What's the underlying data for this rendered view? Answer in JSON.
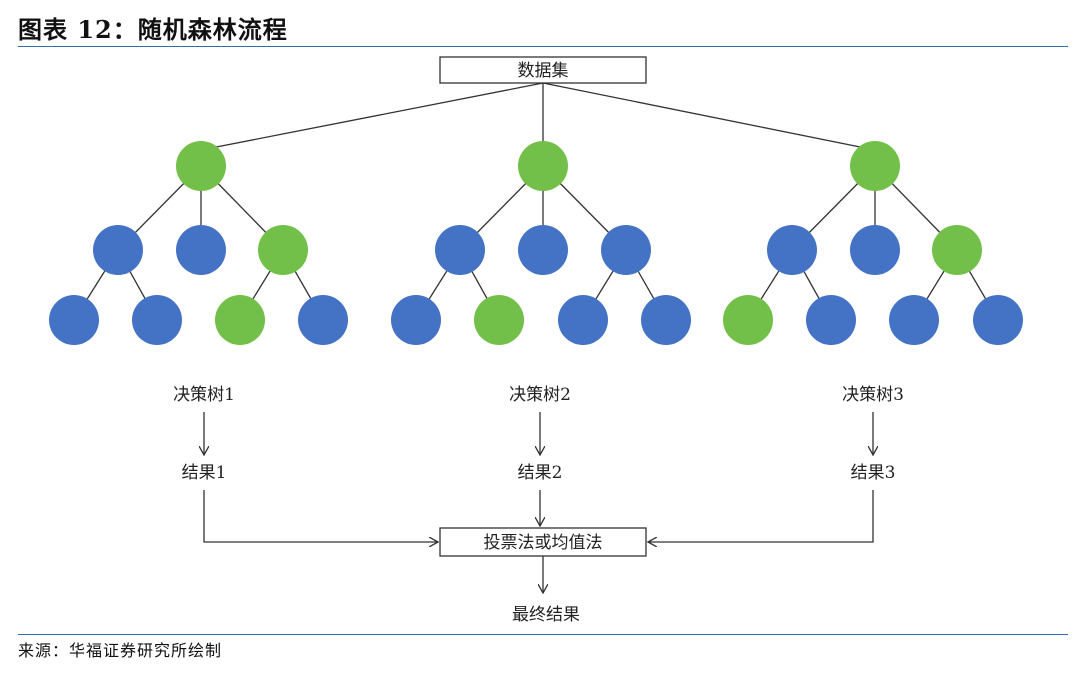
{
  "title": "图表 12：随机森林流程",
  "source": "来源：华福证券研究所绘制",
  "diagram": {
    "dataset_label": "数据集",
    "trees": [
      {
        "tree_label": "决策树1",
        "result_label": "结果1"
      },
      {
        "tree_label": "决策树2",
        "result_label": "结果2"
      },
      {
        "tree_label": "决策树3",
        "result_label": "结果3"
      }
    ],
    "aggregate_label": "投票法或均值法",
    "final_label": "最终结果",
    "colors": {
      "selected_node": "#72c04a",
      "node": "#4472c4",
      "line": "#333333",
      "rule": "#2e6db4"
    },
    "tree_node_colors": [
      {
        "root": "selected",
        "level1": [
          "node",
          "node",
          "selected"
        ],
        "level2": [
          "node",
          "node",
          "selected",
          "node"
        ]
      },
      {
        "root": "selected",
        "level1": [
          "node",
          "node",
          "node"
        ],
        "level2": [
          "node",
          "selected",
          "node",
          "node"
        ]
      },
      {
        "root": "selected",
        "level1": [
          "node",
          "node",
          "selected"
        ],
        "level2": [
          "selected",
          "node",
          "node",
          "node"
        ]
      }
    ]
  }
}
